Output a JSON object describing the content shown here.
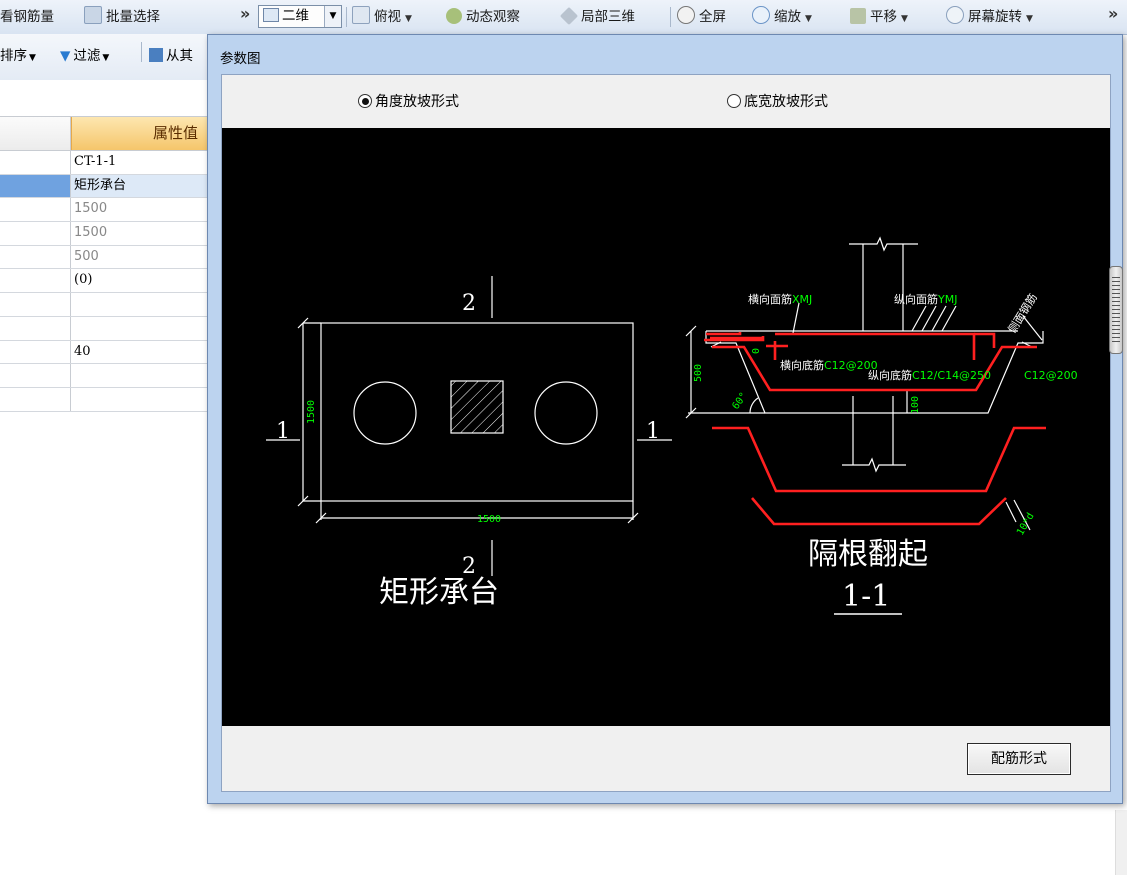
{
  "toolbar": {
    "view_rebar": "看钢筋量",
    "batch_select": "批量选择",
    "more": "»",
    "view_2d": "二维",
    "top_view": "俯视",
    "dynamic_observe": "动态观察",
    "local_3d": "局部三维",
    "fullscreen": "全屏",
    "zoom": "缩放",
    "pan": "平移",
    "screen_rotate": "屏幕旋转",
    "more_right": "»"
  },
  "toolbar2": {
    "sort": "排序",
    "filter": "过滤",
    "from_other": "从其"
  },
  "property_grid": {
    "header_value": "属性值",
    "rows": [
      {
        "value": "CT-1-1",
        "style": "mono"
      },
      {
        "value": "矩形承台",
        "style": "selected"
      },
      {
        "value": "1500",
        "style": "gray"
      },
      {
        "value": "1500",
        "style": "gray"
      },
      {
        "value": "500",
        "style": "gray"
      },
      {
        "value": "(0)",
        "style": "mono"
      },
      {
        "value": "",
        "style": ""
      },
      {
        "value": "",
        "style": ""
      },
      {
        "value": "40",
        "style": "mono"
      },
      {
        "value": "",
        "style": ""
      },
      {
        "value": "",
        "style": ""
      }
    ]
  },
  "dialog": {
    "title": "参数图",
    "radio_angle": "角度放坡形式",
    "radio_width": "底宽放坡形式",
    "button": "配筋形式"
  },
  "drawing": {
    "plan_caption": "矩形承台",
    "plan_dim_width": "1500",
    "plan_dim_height": "1500",
    "section_mark_2": "2",
    "section_mark_1": "1",
    "lbl_top_x": "横向面筋",
    "lbl_top_x_code": "XMJ",
    "lbl_top_y": "纵向面筋",
    "lbl_top_y_code": "YMJ",
    "lbl_bot_x": "横向底筋",
    "lbl_bot_x_code": "C12@200",
    "lbl_bot_y": "纵向底筋",
    "lbl_bot_y_code": "C12/C14@250",
    "lbl_right_code": "C12@200",
    "lbl_side": "侧面钢筋",
    "dim_500": "500",
    "dim_0": "0",
    "dim_100": "100",
    "angle": "60°",
    "hook": "10*d",
    "caption_alt": "隔根翻起",
    "caption_section": "1-1"
  },
  "colors": {
    "rebar": "#ff2020",
    "dimension": "#00ff00",
    "line": "#ffffff",
    "canvas": "#000000"
  }
}
